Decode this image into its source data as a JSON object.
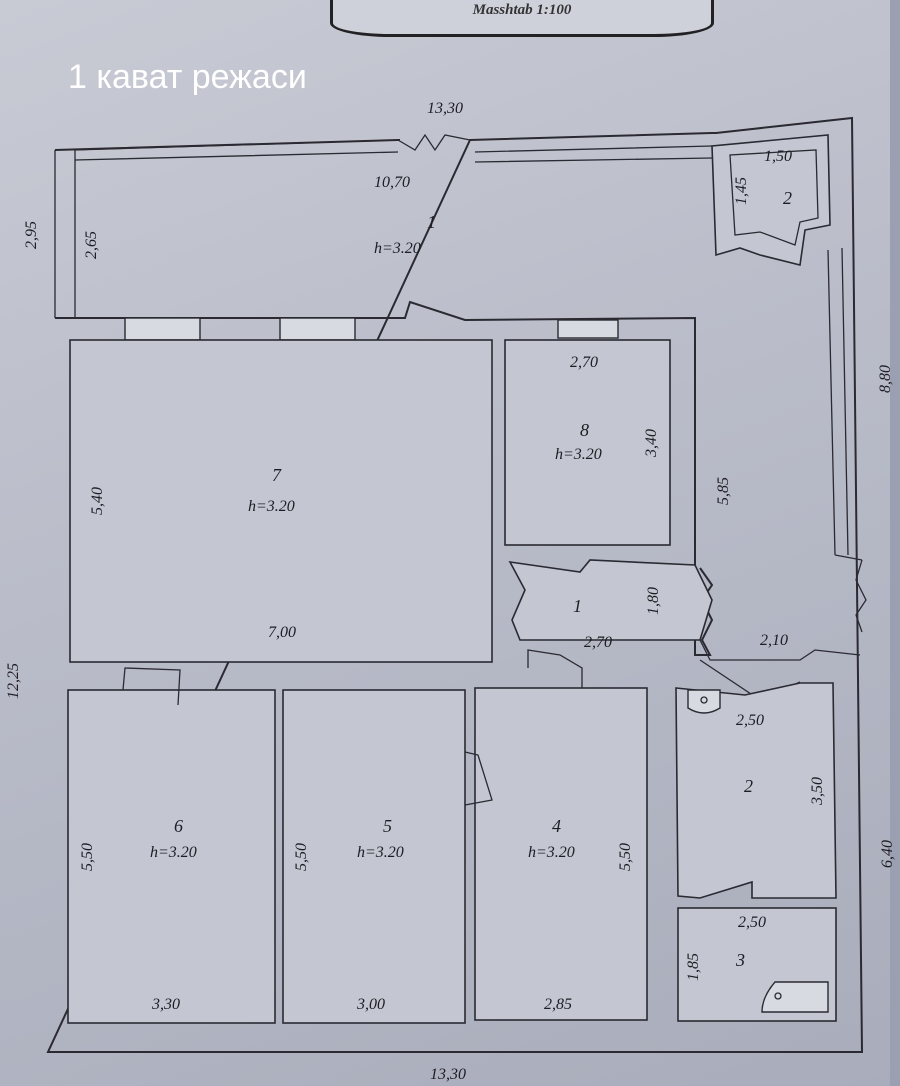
{
  "header": {
    "scale": "Masshtab 1:100"
  },
  "title": "1 кават режаси",
  "dimensions": {
    "top_total": "13,30",
    "bottom_total": "13,30",
    "left_total": "12,25",
    "left_veranda": "2,95",
    "right_upper": "8,80",
    "right_lower": "6,40",
    "veranda_length": "10,70",
    "veranda_depth": "2,65",
    "r7_height": "5,40",
    "r7_width": "7,00",
    "r8_width": "2,70",
    "r8_height": "3,40",
    "corridor_height": "5,85",
    "hall_height": "1,80",
    "hall_width": "2,70",
    "entry_width": "2,10",
    "r6_height": "5,50",
    "r6_width": "3,30",
    "r5_height": "5,50",
    "r5_width": "3,00",
    "r4_height": "5,50",
    "r4_width": "2,85",
    "bath_width": "2,50",
    "bath_height": "3,50",
    "bathroom_width": "2,50",
    "bathroom_height": "1,85",
    "small_width": "1,50",
    "small_height": "1,45"
  },
  "rooms": {
    "veranda": {
      "number": "1",
      "h": "h=3.20"
    },
    "small_top": {
      "number": "2"
    },
    "r7": {
      "number": "7",
      "h": "h=3.20"
    },
    "r8": {
      "number": "8",
      "h": "h=3.20"
    },
    "hall": {
      "number": "1"
    },
    "r6": {
      "number": "6",
      "h": "h=3.20"
    },
    "r5": {
      "number": "5",
      "h": "h=3.20"
    },
    "r4": {
      "number": "4",
      "h": "h=3.20"
    },
    "wc": {
      "number": "2"
    },
    "bath": {
      "number": "3"
    }
  },
  "colors": {
    "paper": "#c4c7d1",
    "lines": "#2a2a30",
    "title": "#ffffff"
  }
}
